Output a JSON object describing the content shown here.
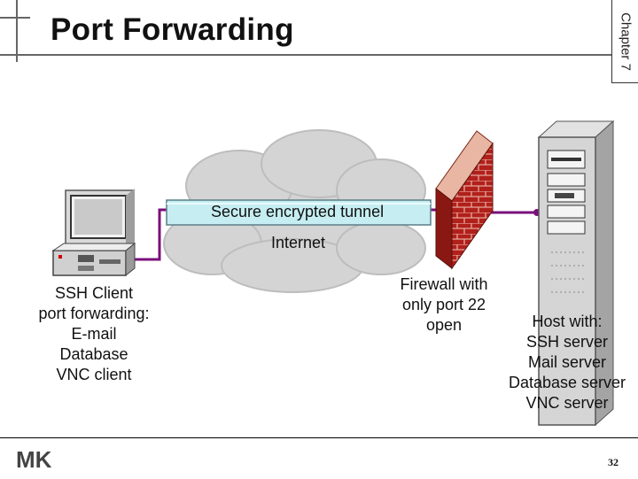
{
  "slide": {
    "title": "Port Forwarding",
    "chapter": "Chapter 7",
    "page_number": "32",
    "logo_text": "MK"
  },
  "diagram": {
    "tunnel_label": "Secure encrypted tunnel",
    "cloud_label": "Internet",
    "client_caption": [
      "SSH Client",
      "port forwarding:",
      "E-mail",
      "Database",
      "VNC client"
    ],
    "firewall_caption": [
      "Firewall with",
      "only port 22",
      "open"
    ],
    "host_caption": [
      "Host with:",
      "SSH server",
      "Mail server",
      "Database server",
      "VNC server"
    ]
  },
  "colors": {
    "connector": "#7a0f7a",
    "tunnel_fill": "#c6eef2",
    "brick": "#b1201b",
    "cloud": "#d6d6d6"
  }
}
